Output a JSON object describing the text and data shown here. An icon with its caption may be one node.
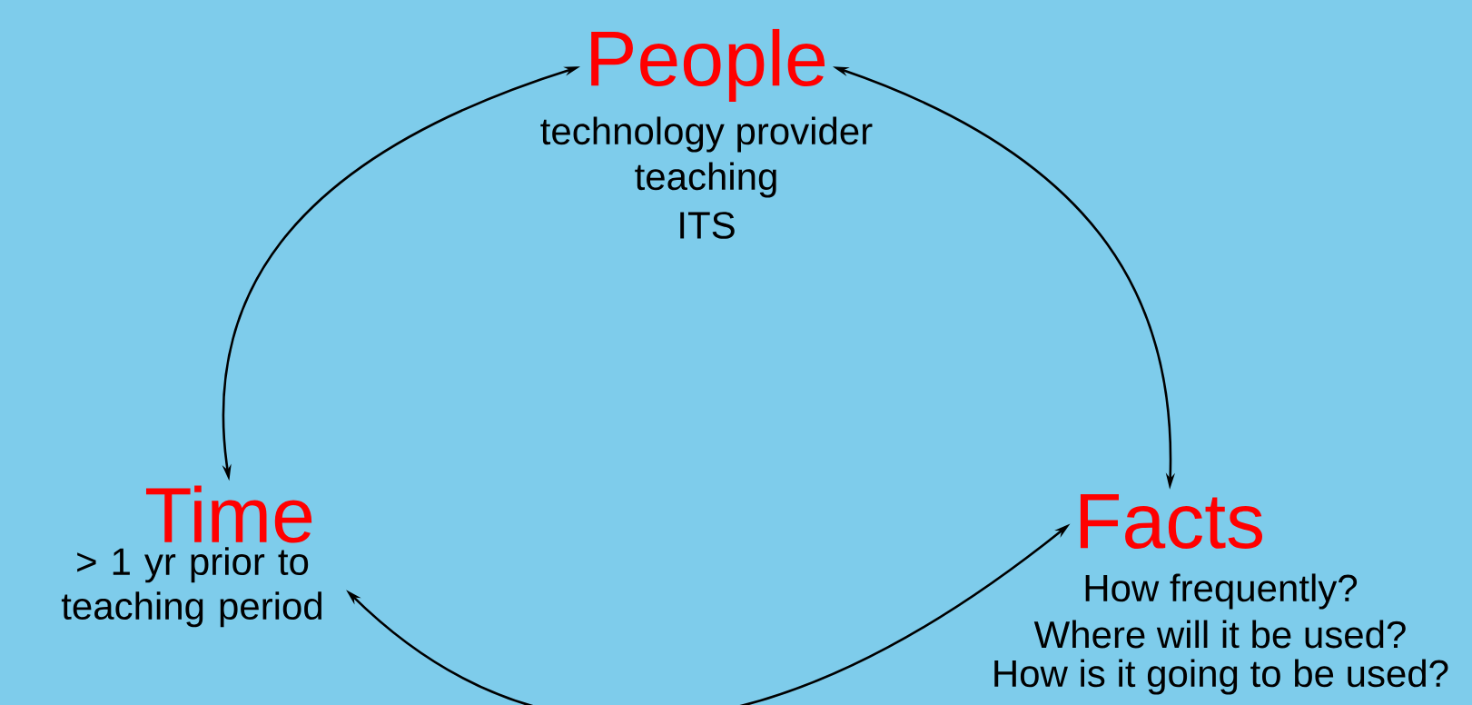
{
  "diagram": {
    "nodes": [
      {
        "text": [
          "People",
          "technology provider",
          "teaching",
          "ITS"
        ]
      },
      {
        "text": [
          "Time",
          "> 1 yr prior to teaching period"
        ]
      },
      {
        "text": [
          "Facts",
          "How frequently?",
          "Where will it be used?",
          "How is it going to be used?"
        ]
      }
    ],
    "edges": [
      {
        "from": 0,
        "to": 1,
        "arrow": "both"
      },
      {
        "from": 0,
        "to": 2,
        "arrow": "both"
      },
      {
        "from": 1,
        "to": 2,
        "arrow": "both"
      }
    ]
  }
}
